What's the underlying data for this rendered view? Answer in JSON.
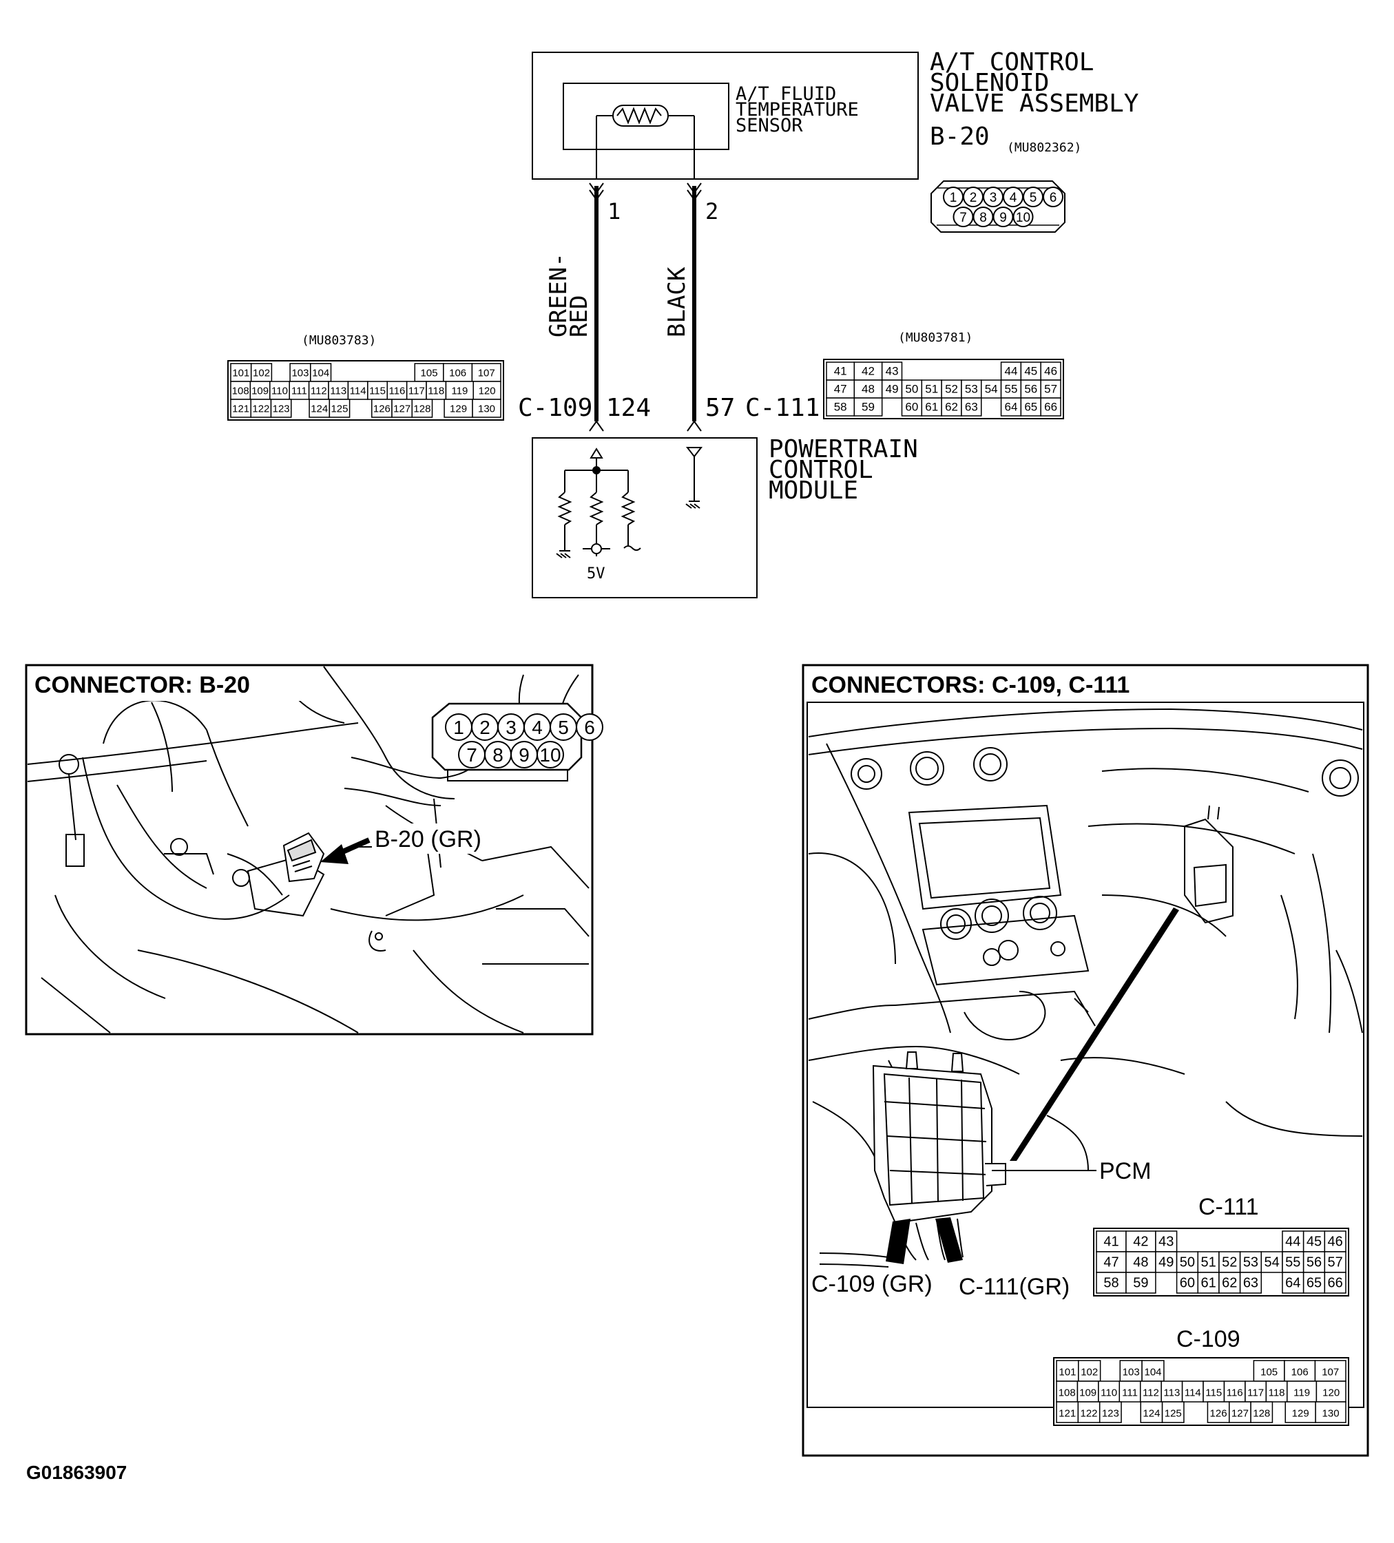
{
  "figure_id": "G01863907",
  "schematic": {
    "assembly_label": [
      "A/T CONTROL",
      "SOLENOID",
      "VALVE ASSEMBLY"
    ],
    "assembly_connector": "B-20",
    "assembly_part_no": "(MU802362)",
    "sensor_label": [
      "A/T FLUID",
      "TEMPERATURE",
      "SENSOR"
    ],
    "pin_1": "1",
    "pin_2": "2",
    "wire_1_color": [
      "GREEN-",
      "RED"
    ],
    "wire_2_color": "BLACK",
    "pcm_pin_left": "124",
    "pcm_conn_left": "C-109",
    "pcm_pin_right": "57",
    "pcm_conn_right": "C-111",
    "pcm_label": [
      "POWERTRAIN",
      "CONTROL",
      "MODULE"
    ],
    "pcm_voltage": "5V",
    "left_connector_part_no": "(MU803783)",
    "right_connector_part_no": "(MU803781)",
    "b20_pins": [
      "1",
      "2",
      "3",
      "4",
      "5",
      "6",
      "7",
      "8",
      "9",
      "10"
    ]
  },
  "c109_grid": [
    [
      "101",
      "102",
      "",
      "103",
      "104",
      "",
      "",
      "",
      "",
      "105",
      "106",
      "107"
    ],
    [
      "108",
      "109",
      "110",
      "111",
      "112",
      "113",
      "114",
      "115",
      "116",
      "117",
      "118",
      "119",
      "120"
    ],
    [
      "121",
      "122",
      "123",
      "",
      "124",
      "125",
      "",
      "126",
      "127",
      "128",
      "",
      "129",
      "130"
    ]
  ],
  "c111_grid": [
    [
      "41",
      "42",
      "43",
      "",
      "",
      "",
      "",
      "",
      "44",
      "45",
      "46"
    ],
    [
      "47",
      "48",
      "49",
      "50",
      "51",
      "52",
      "53",
      "54",
      "55",
      "56",
      "57"
    ],
    [
      "58",
      "59",
      "",
      "60",
      "61",
      "62",
      "63",
      "",
      "64",
      "65",
      "66"
    ]
  ],
  "photo_left": {
    "title": "CONNECTOR: B-20",
    "callout": "B-20 (GR)"
  },
  "photo_right": {
    "title": "CONNECTORS: C-109, C-111",
    "pcm": "PCM",
    "callout_c109": "C-109 (GR)",
    "callout_c111": "C-111(GR)",
    "grid_c111_title": "C-111",
    "grid_c109_title": "C-109"
  }
}
